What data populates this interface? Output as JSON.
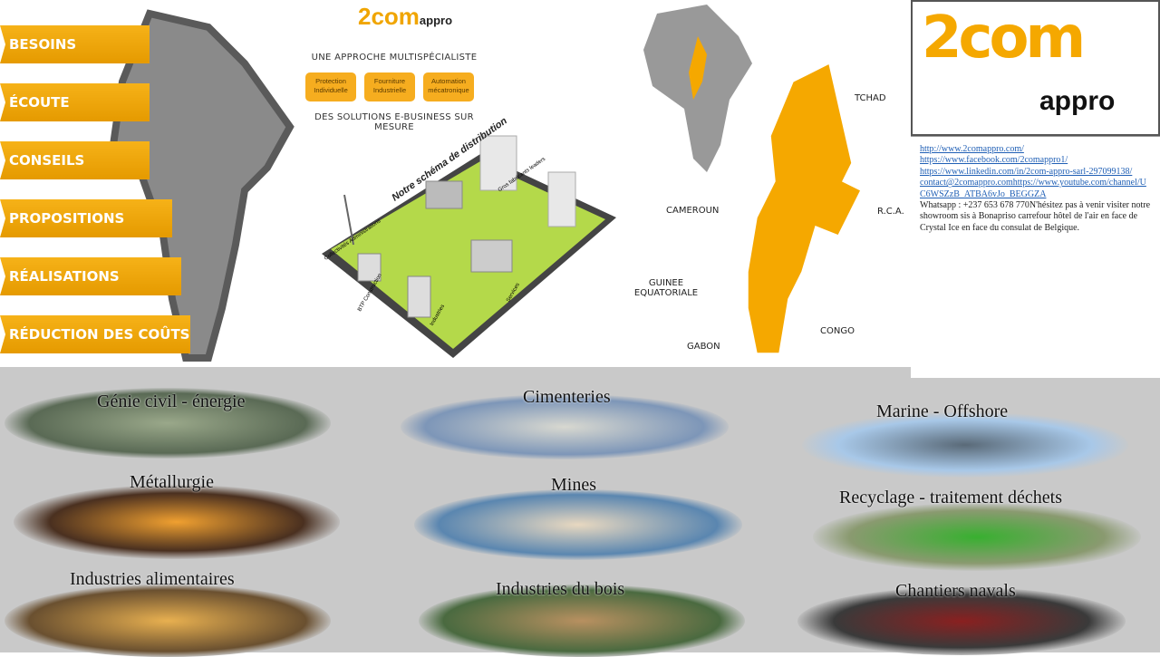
{
  "steps": [
    "BESOINS",
    "ÉCOUTE",
    "CONSEILS",
    "PROPOSITIONS",
    "RÉALISATIONS",
    "RÉDUCTION DES COÛTS"
  ],
  "brochure": {
    "logo_text": "2com",
    "logo_sub": "appro",
    "tagline_top": "UNE APPROCHE MULTISPÉCIALISTE",
    "boxes": [
      "Protection Individuelle",
      "Fourniture Industrielle",
      "Automation mécatronique"
    ],
    "tagline_bottom": "DES SOLUTIONS E-BUSINESS SUR MESURE",
    "diagram_title": "Notre schéma de distribution",
    "diagram_labels": [
      "Collectivités Administrations",
      "Gros fabricants leaders",
      "BTP Construction",
      "Industries",
      "Services"
    ]
  },
  "map": {
    "labels": [
      "TCHAD",
      "R.C.A.",
      "CAMEROUN",
      "GUINEE EQUATORIALE",
      "CONGO",
      "GABON"
    ]
  },
  "logo": {
    "main": "2com",
    "sub": "appro"
  },
  "contact": {
    "links": [
      "http://www.2comappro.com/",
      "https://www.facebook.com/2comappro1/",
      "https://www.linkedin.com/in/2com-appro-sarl-297099138/",
      "contact@2comappro.comhttps://www.youtube.com/channel/UC6WSZzB_ATBA6vJo_BEGGZA"
    ],
    "text": "Whatsapp : +237 653 678 770N'hésitez pas à venir visiter notre showroom sis à Bonapriso carrefour hôtel de l'air en face de Crystal Ice en face du consulat de Belgique."
  },
  "sectors": [
    "Génie civil - énergie",
    "Cimenteries",
    "Marine - Offshore",
    "Métallurgie",
    "Mines",
    "Recyclage - traitement déchets",
    "Industries alimentaires",
    "Industries du bois",
    "Chantiers navals"
  ],
  "colors": {
    "orange": "#f5a800",
    "gray": "#c9c9c9"
  }
}
